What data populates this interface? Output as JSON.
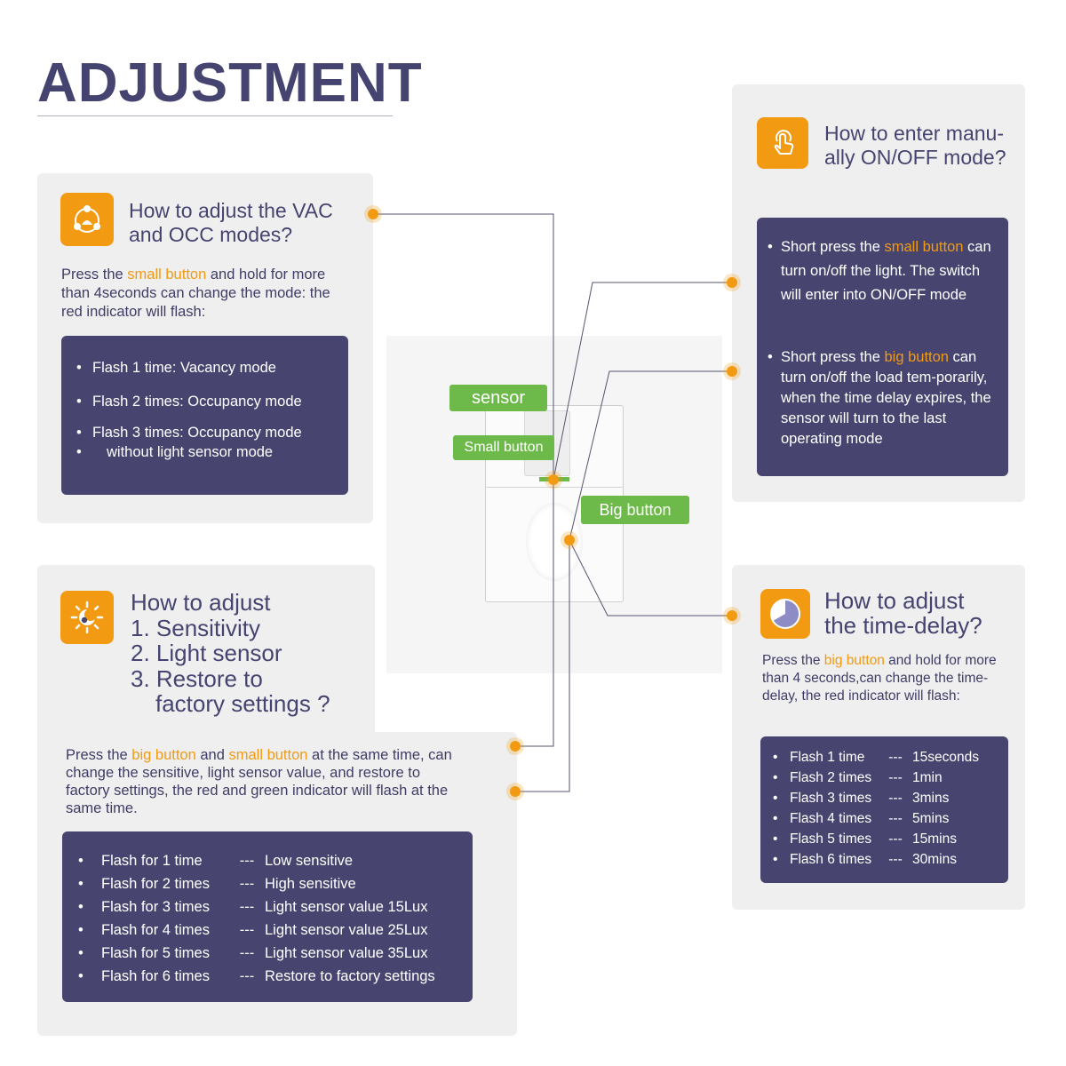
{
  "title": "ADJUSTMENT",
  "colors": {
    "accent": "#f19a12",
    "navy": "#47456f",
    "green": "#6dba4a",
    "card": "#efefef"
  },
  "device": {
    "sensor_label": "sensor",
    "small_button_label": "Small button",
    "big_button_label": "Big button"
  },
  "vac_occ": {
    "icon": "people-network-icon",
    "title_line1": "How to adjust the VAC",
    "title_line2": "and OCC modes?",
    "desc_pre": "Press the ",
    "desc_hl": "small button",
    "desc_post": " and hold for more than 4seconds can change the mode: the red indicator will flash:",
    "items": [
      "Flash 1 time:  Vacancy mode",
      "Flash 2 times:  Occupancy mode",
      "Flash 3 times:  Occupancy mode"
    ],
    "item3_cont": "without light sensor mode"
  },
  "manual": {
    "icon": "tap-finger-icon",
    "title_line1": "How to enter manu-",
    "title_line2": "ally ON/OFF mode?",
    "b1_pre": "Short press the ",
    "b1_hl": "small button",
    "b1_post": " can turn on/off the light. The switch will enter into ON/OFF mode",
    "b2_pre": "Short press the ",
    "b2_hl": "big button",
    "b2_post": " can turn on/off the load tem-porarily, when the time delay expires, the sensor will turn to the last operating mode"
  },
  "sensitivity": {
    "icon": "sun-moon-icon",
    "title_lines": [
      "How to adjust",
      "1. Sensitivity",
      "2. Light sensor",
      "3. Restore to",
      "factory settings ?"
    ],
    "desc_pre": "Press the ",
    "desc_hl1": "big button",
    "desc_mid": " and ",
    "desc_hl2": "small button",
    "desc_post": " at the same time, can change the sensitive, light sensor value, and restore to factory settings, the red and green indicator will flash at the same time.",
    "sep": "---",
    "rows": [
      {
        "flash": "Flash for 1 time",
        "result": "Low sensitive"
      },
      {
        "flash": "Flash for 2 times",
        "result": "High sensitive"
      },
      {
        "flash": "Flash for 3 times",
        "result": "Light sensor value 15Lux"
      },
      {
        "flash": "Flash for 4 times",
        "result": "Light sensor value 25Lux"
      },
      {
        "flash": "Flash for 5 times",
        "result": "Light sensor value 35Lux"
      },
      {
        "flash": "Flash for 6 times",
        "result": "Restore to factory settings"
      }
    ]
  },
  "time_delay": {
    "icon": "timer-icon",
    "title_line1": "How to adjust",
    "title_line2": "the time-delay?",
    "desc_pre": "Press the ",
    "desc_hl": "big button",
    "desc_post": " and hold for more than 4 seconds,can change the time-delay, the red indicator will flash:",
    "sep": "---",
    "rows": [
      {
        "flash": "Flash 1 time",
        "result": "15seconds"
      },
      {
        "flash": "Flash 2 times",
        "result": "1min"
      },
      {
        "flash": "Flash 3 times",
        "result": "3mins"
      },
      {
        "flash": "Flash 4 times",
        "result": "5mins"
      },
      {
        "flash": "Flash 5 times",
        "result": "15mins"
      },
      {
        "flash": "Flash 6 times",
        "result": "30mins"
      }
    ]
  }
}
